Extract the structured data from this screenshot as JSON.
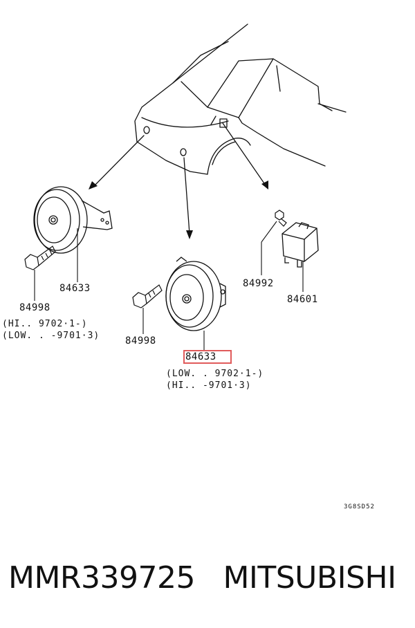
{
  "labels": {
    "horn_left": "84633",
    "bolt_left": "84998",
    "note_left_1": "(HI.. 9702·1-)",
    "note_left_2": "(LOW. . -9701·3)",
    "bolt_center": "84998",
    "horn_center": "84633",
    "note_center_1": "(LOW. . 9702·1-)",
    "note_center_2": "(HI.. -9701·3)",
    "screw_right": "84992",
    "relay_right": "84601"
  },
  "diagram_code": "3G8SD52",
  "footer": {
    "part_number": "MMR339725",
    "brand": "MITSUBISHI"
  },
  "colors": {
    "line": "#111111",
    "highlight": "#e05a5a"
  }
}
